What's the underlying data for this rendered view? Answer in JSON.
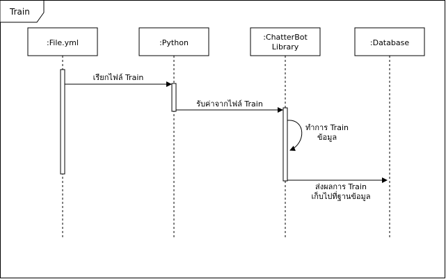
{
  "frame": {
    "title": "Train"
  },
  "participants": [
    {
      "name": ":File.yml"
    },
    {
      "name_lines": [
        ":ChatterBot",
        "Library"
      ]
    },
    {
      "name": ":Python"
    },
    {
      "name": ":Database"
    }
  ],
  "messages": [
    {
      "text": "เรียกไฟล์ Train"
    },
    {
      "text": "รับค่าจากไฟล์ Train"
    },
    {
      "lines": [
        "ทำการ Train",
        "ข้อมูล"
      ]
    },
    {
      "lines": [
        "ส่งผลการ Train",
        "เก็บไปที่ฐานข้อมูล"
      ]
    }
  ]
}
